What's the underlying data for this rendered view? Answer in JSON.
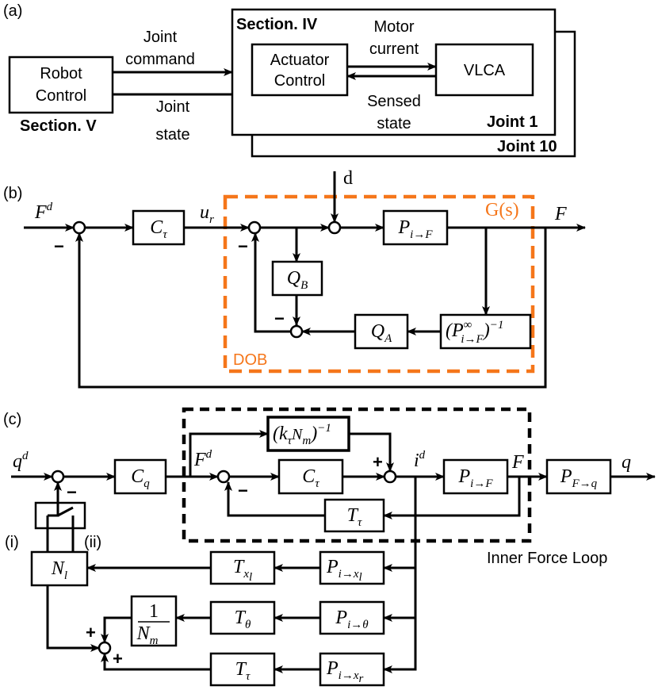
{
  "panel_a": {
    "label": "(a)",
    "robot_control": [
      "Robot",
      "Control"
    ],
    "section_v": "Section. V",
    "joint_command": [
      "Joint",
      "command"
    ],
    "joint_state": [
      "Joint",
      "state"
    ],
    "section_iv": "Section. IV",
    "actuator_control": [
      "Actuator",
      "Control"
    ],
    "vlca": "VLCA",
    "motor_current": [
      "Motor",
      "current"
    ],
    "sensed_state": [
      "Sensed",
      "state"
    ],
    "joint_1": "Joint 1",
    "joint_10": "Joint 10"
  },
  "panel_b": {
    "label": "(b)",
    "disturbance": "d",
    "F_d": "F",
    "F_d_sup": "d",
    "C_tau": "C",
    "C_tau_sub": "τ",
    "u_r": "u",
    "u_r_sub": "r",
    "P_iF": "P",
    "P_iF_sub": "i→F",
    "F_out": "F",
    "Q_B": "Q",
    "Q_B_sub": "B",
    "Q_A": "Q",
    "Q_A_sub": "A",
    "P_inv_open": "(P",
    "P_inv_sup": "∞",
    "P_inv_sub": "i→F",
    "P_inv_close": ")",
    "P_inv_exp": "−1",
    "G_s": "G(s)",
    "dob": "DOB",
    "minus": "−",
    "dashed_color": "#f5761a"
  },
  "panel_c": {
    "label": "(c)",
    "q_d": "q",
    "q_d_sup": "d",
    "C_q": "C",
    "C_q_sub": "q",
    "F_d": "F",
    "F_d_sup": "d",
    "ff_block": "(k",
    "ff_tau": "τ",
    "ff_N": "N",
    "ff_m": "m",
    "ff_close": ")",
    "ff_exp": "−1",
    "C_tau": "C",
    "C_tau_sub": "τ",
    "i_d": "i",
    "i_d_sup": "d",
    "P_iF": "P",
    "P_iF_sub": "i→F",
    "F": "F",
    "P_Fq": "P",
    "P_Fq_sub": "F→q",
    "q": "q",
    "T_tau": "T",
    "T_tau_sub": "τ",
    "inner_force_loop": "Inner Force Loop",
    "switch_i": "(i)",
    "switch_ii": "(ii)",
    "N_l": "N",
    "N_l_sub": "l",
    "T_xl": "T",
    "T_xl_sub": "x",
    "T_xl_subsub": "l",
    "P_ixl": "P",
    "P_ixl_sub": "i→x",
    "P_ixl_subsub": "l",
    "gear_num": "1",
    "gear_den": "N",
    "gear_den_sub": "m",
    "T_theta": "T",
    "T_theta_sub": "θ",
    "P_itheta": "P",
    "P_itheta_sub": "i→θ",
    "T_tau2": "T",
    "T_tau2_sub": "τ",
    "P_ixr": "P",
    "P_ixr_sub": "i→x",
    "P_ixr_subsub": "r",
    "plus": "+",
    "minus": "−"
  }
}
